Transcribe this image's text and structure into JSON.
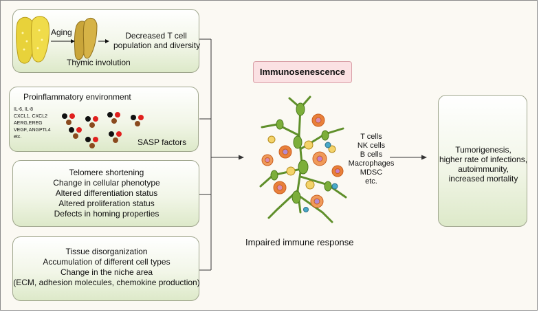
{
  "panel_thymus": {
    "aging_label": "Aging",
    "decrease_line1": "Decreased T cell",
    "decrease_line2": "population and diversity",
    "caption": "Thymic involution"
  },
  "panel_inflammation": {
    "title": "Proinflammatory environment",
    "factors": [
      "IL-6, IL-8",
      "CXCL1, CXCL2",
      "AERG,EREG",
      "VEGF, ANGPTL4",
      "etc."
    ],
    "sasp_label": "SASP factors"
  },
  "panel_cellular": {
    "lines": [
      "Telomere shortening",
      "Change in cellular phenotype",
      "Altered differentiation status",
      "Altered proliferation status",
      "Defects in homing properties"
    ]
  },
  "panel_tissue": {
    "lines": [
      "Tissue disorganization",
      "Accumulation of different cell types",
      "Change in the niche area",
      "(ECM, adhesion molecules, chemokine production)"
    ]
  },
  "center": {
    "title": "Immunosenescence",
    "caption": "Impaired immune response",
    "cell_types": [
      "T cells",
      "NK cells",
      "B cells",
      "Macrophages",
      "MDSC",
      "etc."
    ]
  },
  "outcome": {
    "lines": [
      "Tumorigenesis,",
      "higher rate of infections,",
      "autoimmunity,",
      "increased mortality"
    ]
  },
  "colors": {
    "panel_border": "#9ea58c",
    "panel_fill_bottom": "#dde9c9",
    "badge_fill": "#fbe1e3",
    "thymus_yellow": "#e8d23a",
    "thymus_aged": "#c9a53a",
    "dot_black": "#111111",
    "dot_red": "#e0201e",
    "dot_brown": "#8a4a1e",
    "cell_green": "#7cae3a",
    "cell_orange": "#e9803a"
  }
}
